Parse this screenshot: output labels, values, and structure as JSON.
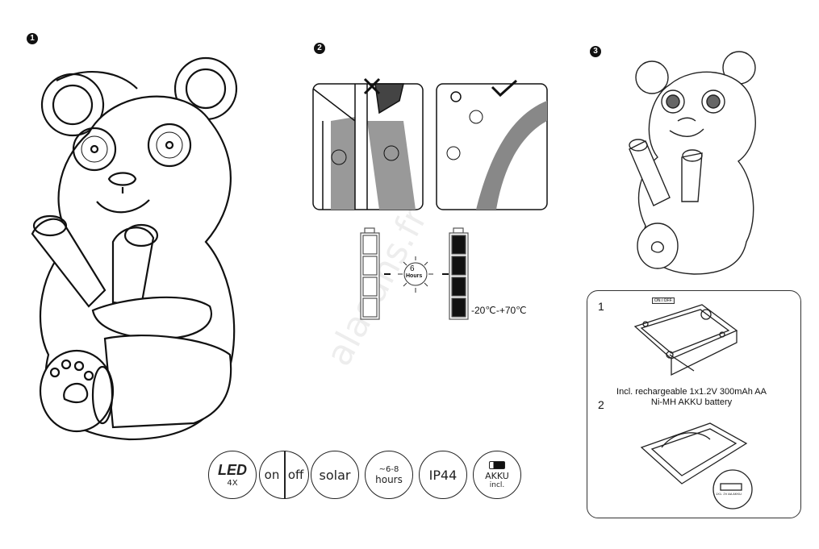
{
  "steps": [
    "1",
    "2",
    "3"
  ],
  "charging": {
    "duration_number": "6",
    "duration_unit": "Hours",
    "temperature_range": "-20℃-+70℃"
  },
  "installation": {
    "step1_number": "1",
    "switch_label": "ON / OFF",
    "battery_note_line1": "Incl. rechargeable 1x1.2V 300mAh AA",
    "battery_note_line2": "Ni-MH AKKU battery",
    "step2_number": "2",
    "battery_label": "1X1. 2V AA AKKU"
  },
  "features": {
    "led_label": "LED",
    "led_count": "4X",
    "on_label": "on",
    "off_label": "off",
    "solar_label": "solar",
    "hours_line1": "~6-8",
    "hours_line2": "hours",
    "ip_rating": "IP44",
    "akku_line1": "AKKU",
    "akku_line2": "incl."
  },
  "watermark": "alasans.fr"
}
